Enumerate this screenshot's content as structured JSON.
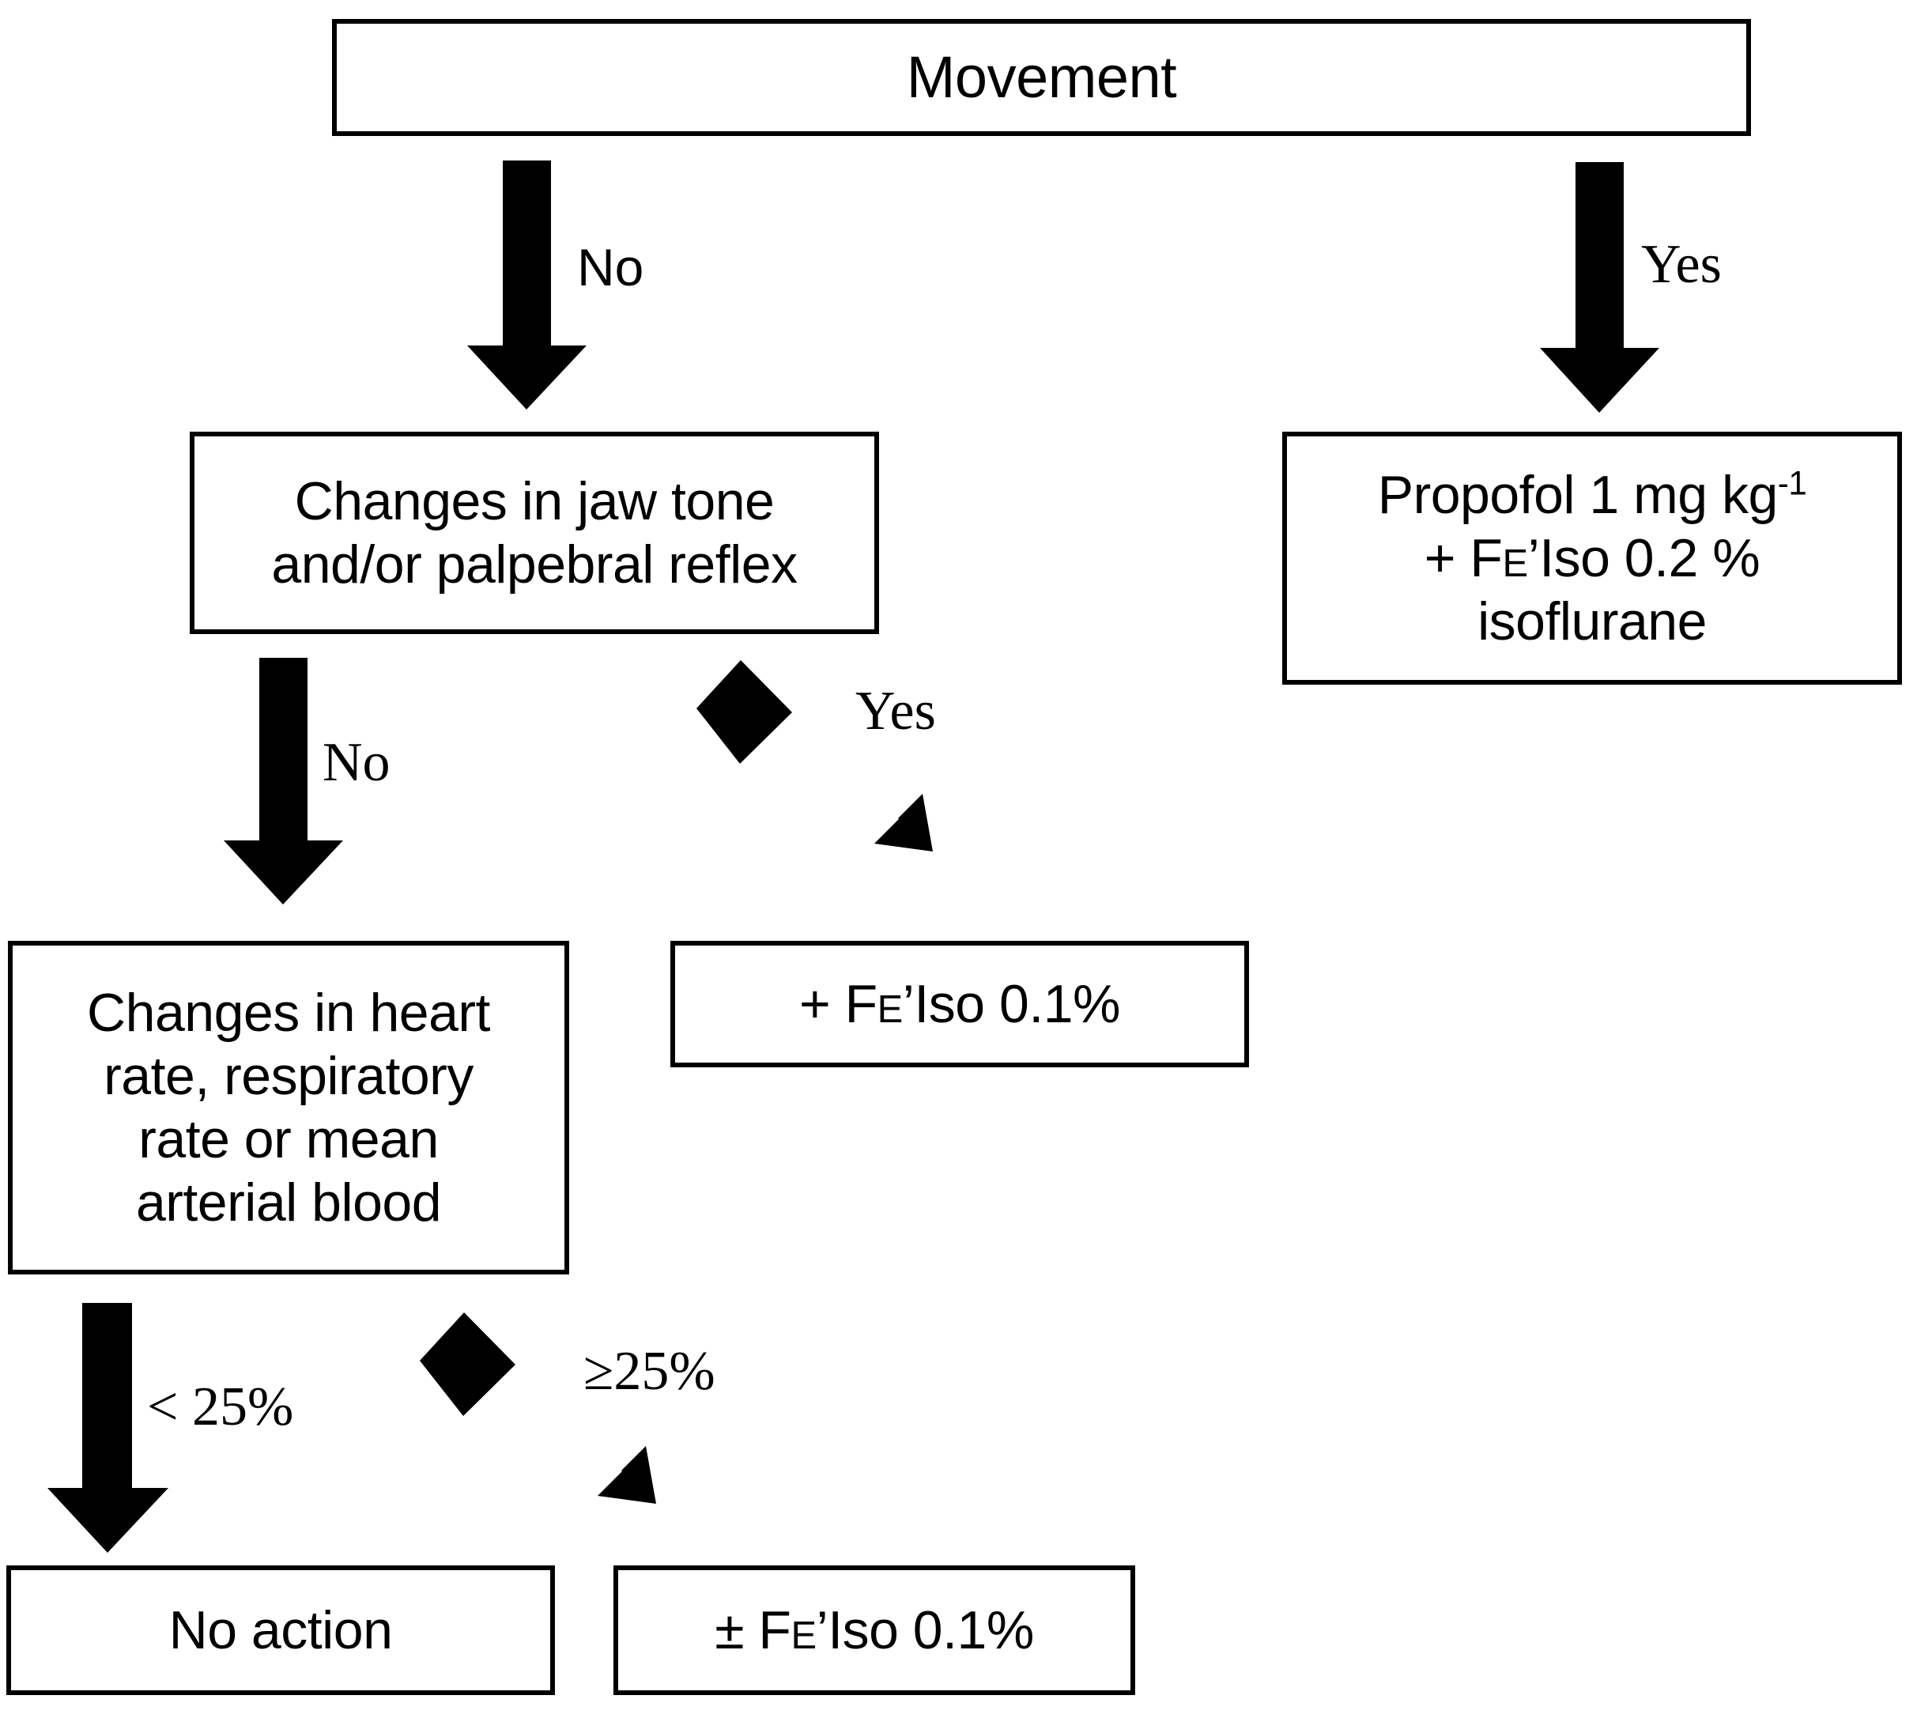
{
  "diagram": {
    "title": "Anaesthetic depth response flowchart",
    "type": "flowchart",
    "background_color": "#ffffff",
    "stroke_color": "#000000"
  },
  "nodes": {
    "movement": {
      "label": "Movement"
    },
    "jaw_tone": {
      "line1": "Changes in jaw tone",
      "line2": "and/or palpebral reflex"
    },
    "propofol": {
      "line1_pre": "Propofol 1 mg kg",
      "line1_sup": "-1",
      "line2_pre": "+ F",
      "line2_sc": "E",
      "line2_post": "’Iso 0.2 %",
      "line3": "isoflurane"
    },
    "heart_rate": {
      "line1": "Changes in heart",
      "line2": "rate, respiratory",
      "line3": "rate or mean",
      "line4": "arterial blood"
    },
    "iso_01": {
      "pre": "+ F",
      "sc": "E",
      "post": "’Iso 0.1%"
    },
    "no_action": {
      "label": "No action"
    },
    "plus_minus_iso_01": {
      "pre": "± F",
      "sc": "E",
      "post": "’Iso 0.1%"
    }
  },
  "edges": [
    {
      "id": "movement-to-jaw",
      "label": "No",
      "from": "movement",
      "to": "jaw_tone",
      "direction": "down"
    },
    {
      "id": "movement-to-propofol",
      "label": "Yes",
      "from": "movement",
      "to": "propofol",
      "direction": "down"
    },
    {
      "id": "jaw-to-iso01",
      "label": "Yes",
      "from": "jaw_tone",
      "to": "iso_01",
      "direction": "down-right"
    },
    {
      "id": "jaw-to-heart",
      "label": "No",
      "from": "jaw_tone",
      "to": "heart_rate",
      "direction": "down"
    },
    {
      "id": "heart-to-noaction",
      "label": "< 25%",
      "from": "heart_rate",
      "to": "no_action",
      "direction": "down"
    },
    {
      "id": "heart-to-plusminusiso",
      "label": "≥25%",
      "from": "heart_rate",
      "to": "plus_minus_iso_01",
      "direction": "down-right"
    }
  ],
  "edge_labels": {
    "no_1": "No",
    "yes_1": "Yes",
    "yes_2": "Yes",
    "no_2": "No",
    "lt_25": "< 25%",
    "ge_25": "≥25%"
  }
}
